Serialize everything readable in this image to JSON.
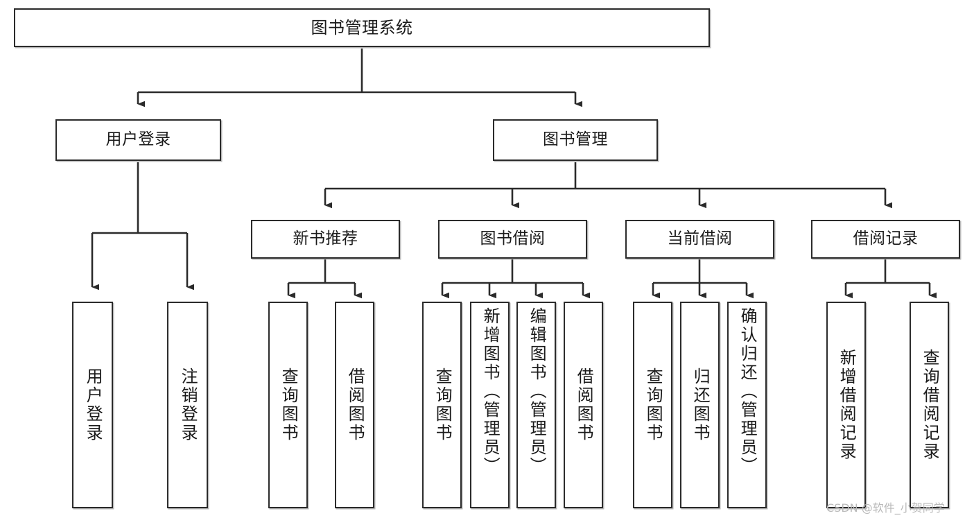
{
  "diagram": {
    "type": "tree-hierarchy-diagram",
    "title": "图书管理系统",
    "orientation": "top-down",
    "style": {
      "box_fill": "#ffffff",
      "box_stroke": "#2b2b2b",
      "line_color": "#2b2b2b",
      "text_color": "#1a1a1a",
      "background": "#ffffff",
      "shadow": "#828282"
    },
    "root": {
      "label": "图书管理系统"
    },
    "level2": [
      {
        "label": "用户登录"
      },
      {
        "label": "图书管理"
      }
    ],
    "level3": [
      {
        "label": "新书推荐"
      },
      {
        "label": "图书借阅"
      },
      {
        "label": "当前借阅"
      },
      {
        "label": "借阅记录"
      }
    ],
    "leaves": {
      "user_login": [
        {
          "label": "用户登录"
        },
        {
          "label": "注销登录"
        }
      ],
      "new_book_recommend": [
        {
          "label": "查询图书"
        },
        {
          "label": "借阅图书"
        }
      ],
      "book_borrow": [
        {
          "label": "查询图书"
        },
        {
          "label": "新增图书（管理员）"
        },
        {
          "label": "编辑图书（管理员）"
        },
        {
          "label": "借阅图书"
        }
      ],
      "current_borrow": [
        {
          "label": "查询图书"
        },
        {
          "label": "归还图书"
        },
        {
          "label": "确认归还（管理员）"
        }
      ],
      "borrow_record": [
        {
          "label": "新增借阅记录"
        },
        {
          "label": "查询借阅记录"
        }
      ]
    }
  },
  "watermark": {
    "text": "CSDN @软件_小贺同学"
  }
}
